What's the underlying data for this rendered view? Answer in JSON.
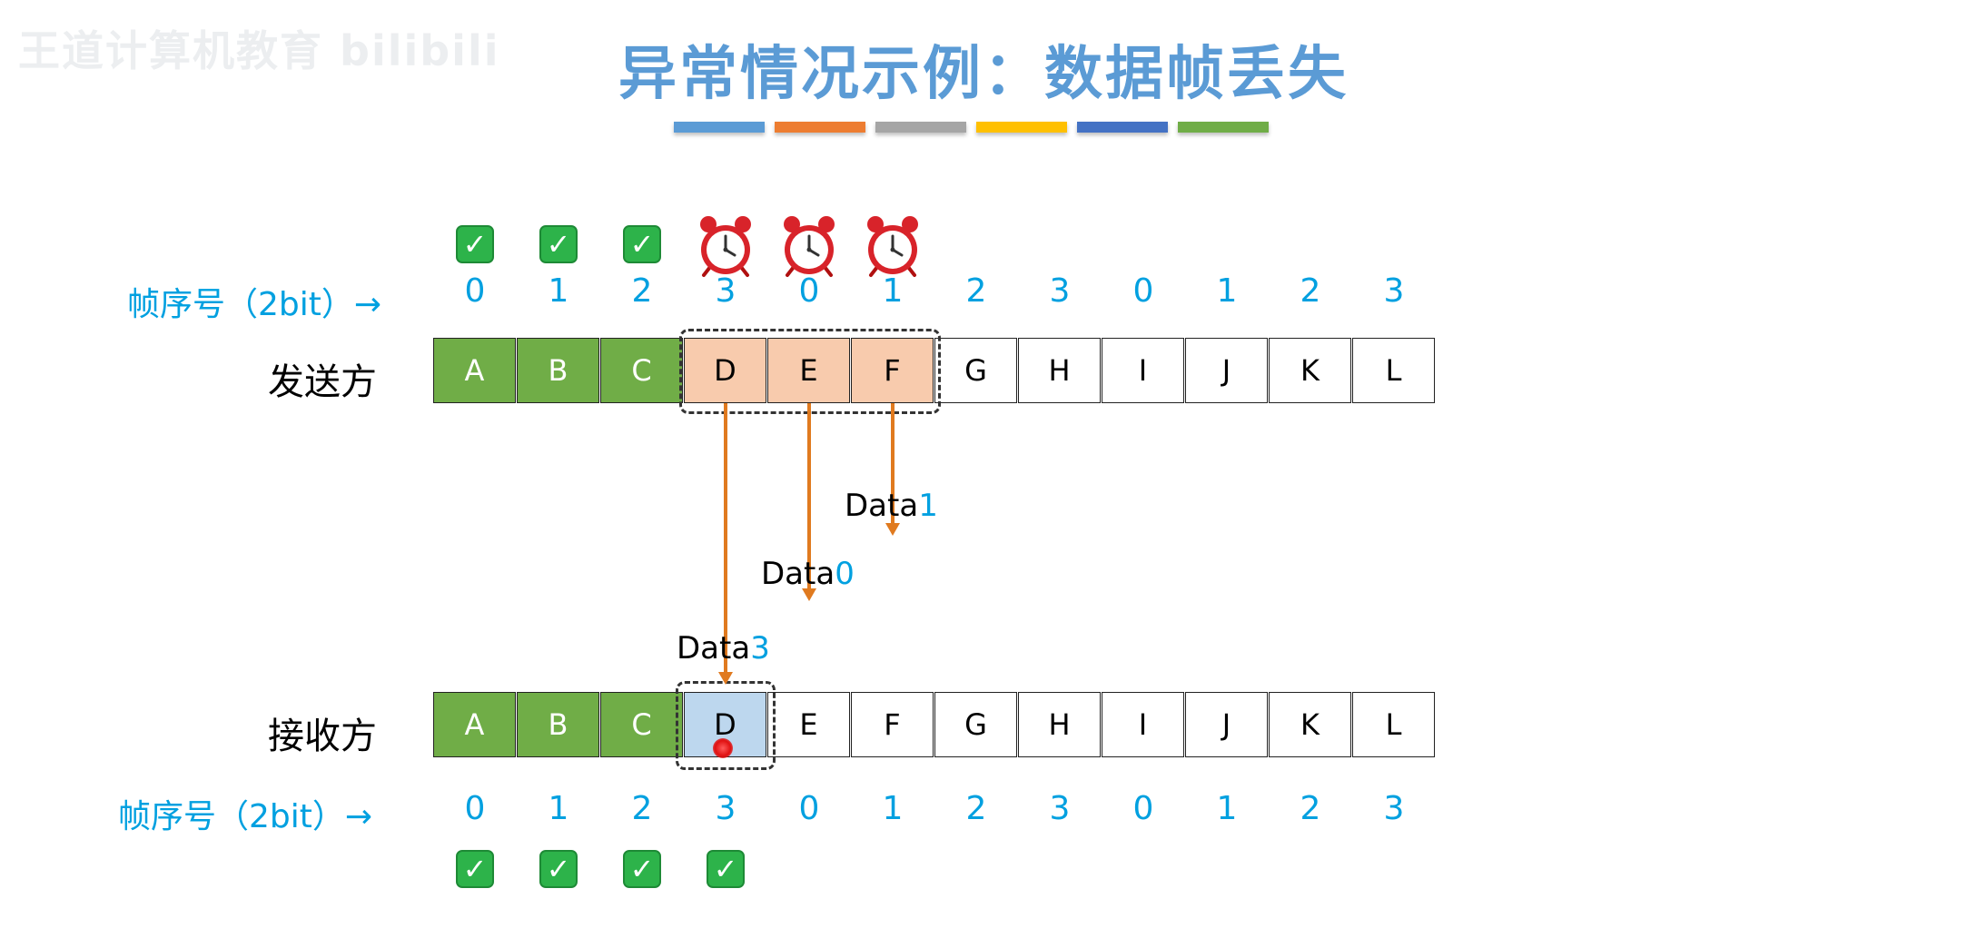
{
  "watermark": "王道计算机教育 bilibili",
  "title": "异常情况示例：数据帧丢失",
  "title_bar_colors": [
    "#5b9bd5",
    "#ed7d31",
    "#a5a5a5",
    "#ffc000",
    "#4472c4",
    "#70ad47"
  ],
  "sender": {
    "label": "发送方",
    "seq_label": "帧序号（2bit）→",
    "seq_numbers": [
      "0",
      "1",
      "2",
      "3",
      "0",
      "1",
      "2",
      "3",
      "0",
      "1",
      "2",
      "3"
    ],
    "frames": [
      "A",
      "B",
      "C",
      "D",
      "E",
      "F",
      "G",
      "H",
      "I",
      "J",
      "K",
      "L"
    ],
    "status": [
      "acked",
      "acked",
      "acked",
      "timer",
      "timer",
      "timer",
      "",
      "",
      "",
      "",
      "",
      ""
    ]
  },
  "receiver": {
    "label": "接收方",
    "seq_label": "帧序号（2bit）→",
    "seq_numbers": [
      "0",
      "1",
      "2",
      "3",
      "0",
      "1",
      "2",
      "3",
      "0",
      "1",
      "2",
      "3"
    ],
    "frames": [
      "A",
      "B",
      "C",
      "D",
      "E",
      "F",
      "G",
      "H",
      "I",
      "J",
      "K",
      "L"
    ],
    "status": [
      "received",
      "received",
      "received",
      "received",
      "",
      "",
      "",
      "",
      "",
      "",
      "",
      ""
    ]
  },
  "transmissions": [
    {
      "frame": "D",
      "text": "Data",
      "num": "3",
      "arrives": true
    },
    {
      "frame": "E",
      "text": "Data",
      "num": "0",
      "arrives": false
    },
    {
      "frame": "F",
      "text": "Data",
      "num": "1",
      "arrives": false
    }
  ],
  "icons": {
    "ack": "check-mark-icon",
    "timer": "alarm-clock-icon",
    "cursor": "pointer-dot-icon"
  },
  "colors": {
    "acked": "#70ad47",
    "in_flight": "#f8cbad",
    "receive_window": "#bdd7ee",
    "seq_number": "#00a0e0",
    "arrow": "#e07a1f"
  }
}
